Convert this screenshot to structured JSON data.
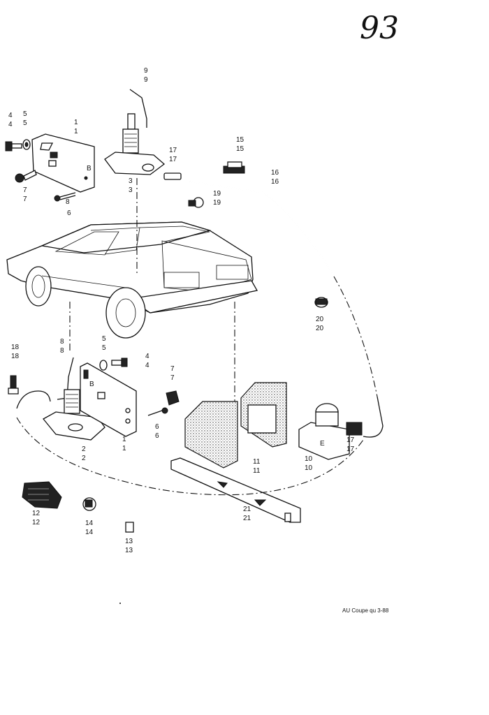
{
  "page_number": "93",
  "footer_text": "AU Coupe qu 3-88",
  "part_labels": [
    {
      "id": "lbl-4-top",
      "text": "4"
    },
    {
      "id": "lbl-5-top",
      "text": "5"
    },
    {
      "id": "lbl-1-top",
      "text": "1"
    },
    {
      "id": "lbl-9",
      "text": "9"
    },
    {
      "id": "lbl-8-top",
      "text": "8"
    },
    {
      "id": "lbl-7-top",
      "text": "7"
    },
    {
      "id": "lbl-6-top",
      "text": "6"
    },
    {
      "id": "lbl-3",
      "text": "3"
    },
    {
      "id": "lbl-17-top",
      "text": "17"
    },
    {
      "id": "lbl-15",
      "text": "15"
    },
    {
      "id": "lbl-16",
      "text": "16"
    },
    {
      "id": "lbl-19",
      "text": "19"
    },
    {
      "id": "lbl-20",
      "text": "20"
    },
    {
      "id": "lbl-18",
      "text": "18"
    },
    {
      "id": "lbl-8-bot",
      "text": "8"
    },
    {
      "id": "lbl-5-bot",
      "text": "5"
    },
    {
      "id": "lbl-4-bot",
      "text": "4"
    },
    {
      "id": "lbl-7-bot",
      "text": "7"
    },
    {
      "id": "lbl-6-bot",
      "text": "6"
    },
    {
      "id": "lbl-2",
      "text": "2"
    },
    {
      "id": "lbl-1-bot",
      "text": "1"
    },
    {
      "id": "lbl-11",
      "text": "11"
    },
    {
      "id": "lbl-10",
      "text": "10"
    },
    {
      "id": "lbl-17-bot",
      "text": "17"
    },
    {
      "id": "lbl-21",
      "text": "21"
    },
    {
      "id": "lbl-12",
      "text": "12"
    },
    {
      "id": "lbl-14",
      "text": "14"
    },
    {
      "id": "lbl-13",
      "text": "13"
    }
  ],
  "plate_marks": {
    "b_top": "B",
    "b_bot": "B",
    "e_box": "E"
  }
}
